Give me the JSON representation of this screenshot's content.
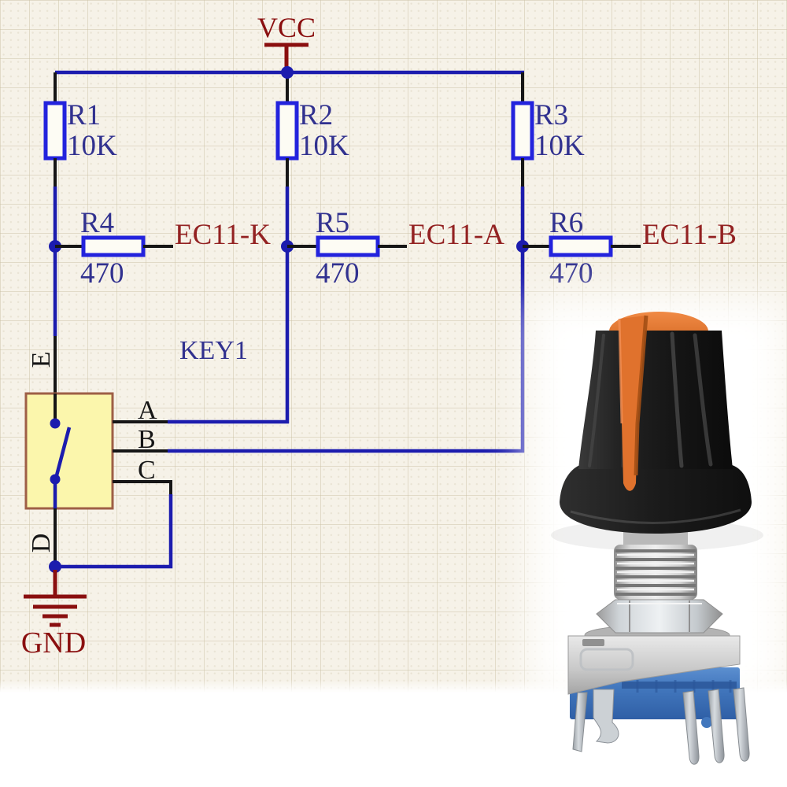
{
  "schematic": {
    "power_net": "VCC",
    "ground_net": "GND",
    "key_switch": {
      "designator": "KEY1",
      "pin_a": "A",
      "pin_b": "B",
      "pin_c": "C",
      "pin_d": "D",
      "pin_e": "E"
    },
    "resistors": [
      {
        "designator": "R1",
        "value": "10K"
      },
      {
        "designator": "R2",
        "value": "10K"
      },
      {
        "designator": "R3",
        "value": "10K"
      },
      {
        "designator": "R4",
        "value": "470"
      },
      {
        "designator": "R5",
        "value": "470"
      },
      {
        "designator": "R6",
        "value": "470"
      }
    ],
    "net_labels": [
      "EC11-K",
      "EC11-A",
      "EC11-B"
    ]
  },
  "colors": {
    "bg": "#f6f2e8",
    "grid": "#cbc1a680",
    "grid-dot": "#cbc1a64d",
    "wire": "#1c1cae",
    "pin-black": "#161616",
    "resistor-outline": "#2323dd",
    "label-navy": "#31318f",
    "net-red": "#932222",
    "power-red": "#8a0f0f",
    "switch-fill": "#fbf6ac",
    "switch-border": "#9e5f46",
    "knob-black": "#1c1c1c",
    "knob-orange": "#e0722d",
    "base-blue": "#4277bd",
    "metal": "#c9c9c9"
  }
}
